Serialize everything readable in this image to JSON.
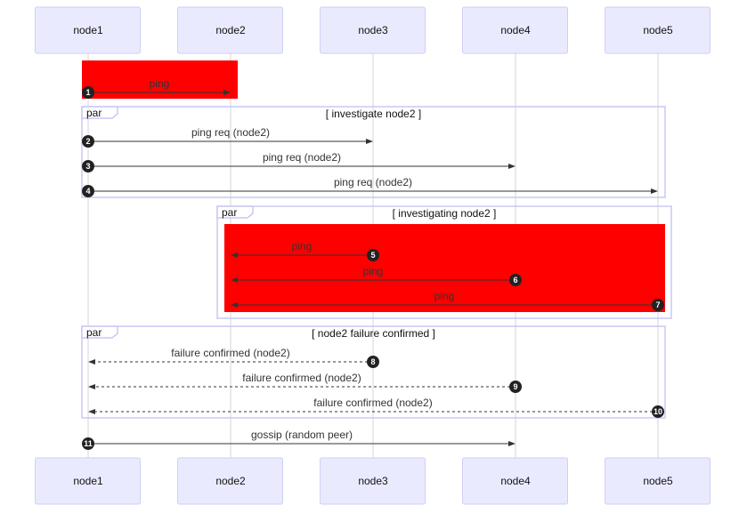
{
  "actors": [
    {
      "id": "node1",
      "label": "node1"
    },
    {
      "id": "node2",
      "label": "node2"
    },
    {
      "id": "node3",
      "label": "node3"
    },
    {
      "id": "node4",
      "label": "node4"
    },
    {
      "id": "node5",
      "label": "node5"
    }
  ],
  "highlight_color": "#ff0000",
  "frames": [
    {
      "keyword": "par",
      "title": "[ investigate node2 ]"
    },
    {
      "keyword": "par",
      "title": "[ investigating node2 ]"
    },
    {
      "keyword": "par",
      "title": "[ node2 failure confirmed ]"
    }
  ],
  "messages": [
    {
      "seq": "1",
      "from": "node1",
      "to": "node2",
      "text": "ping",
      "style": "solid"
    },
    {
      "seq": "2",
      "from": "node1",
      "to": "node3",
      "text": "ping req (node2)",
      "style": "solid"
    },
    {
      "seq": "3",
      "from": "node1",
      "to": "node4",
      "text": "ping req (node2)",
      "style": "solid"
    },
    {
      "seq": "4",
      "from": "node1",
      "to": "node5",
      "text": "ping req (node2)",
      "style": "solid"
    },
    {
      "seq": "5",
      "from": "node3",
      "to": "node2",
      "text": "ping",
      "style": "solid"
    },
    {
      "seq": "6",
      "from": "node4",
      "to": "node2",
      "text": "ping",
      "style": "solid"
    },
    {
      "seq": "7",
      "from": "node5",
      "to": "node2",
      "text": "ping",
      "style": "solid"
    },
    {
      "seq": "8",
      "from": "node3",
      "to": "node1",
      "text": "failure confirmed (node2)",
      "style": "dashed"
    },
    {
      "seq": "9",
      "from": "node4",
      "to": "node1",
      "text": "failure confirmed (node2)",
      "style": "dashed"
    },
    {
      "seq": "10",
      "from": "node5",
      "to": "node1",
      "text": "failure confirmed (node2)",
      "style": "dashed"
    },
    {
      "seq": "11",
      "from": "node1",
      "to": "node4",
      "text": "gossip (random peer)",
      "style": "solid"
    }
  ]
}
